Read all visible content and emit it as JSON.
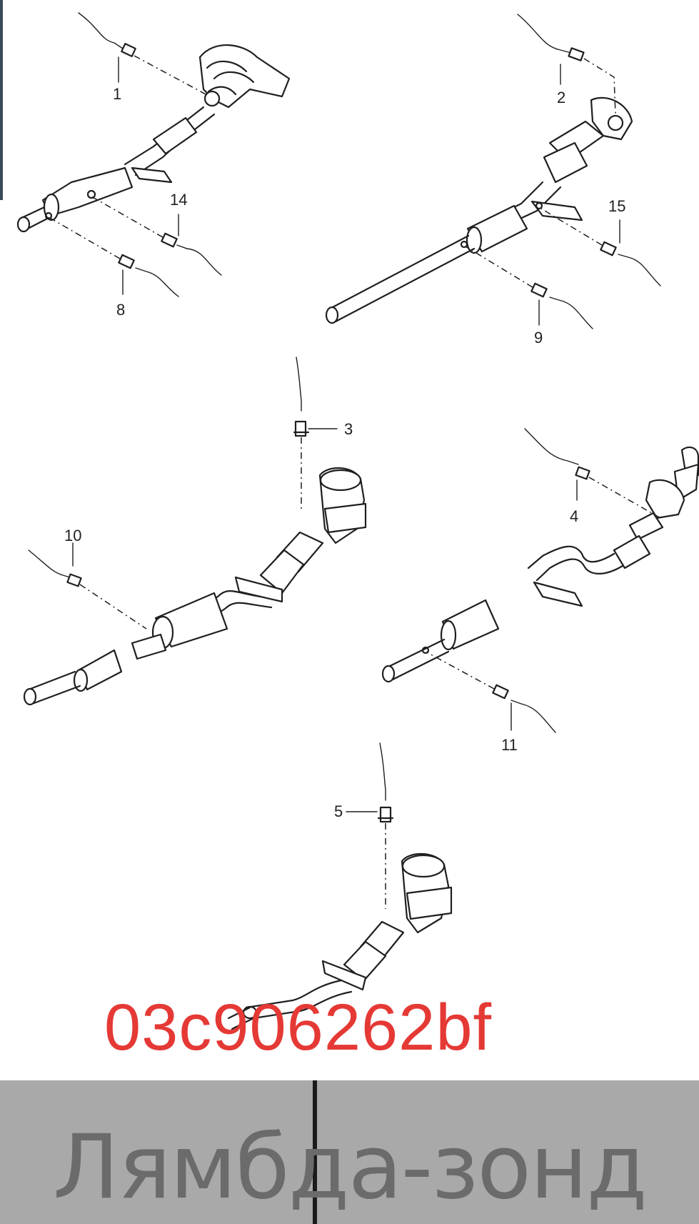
{
  "diagram": {
    "callouts": [
      {
        "id": "1",
        "label": "1"
      },
      {
        "id": "2",
        "label": "2"
      },
      {
        "id": "3",
        "label": "3"
      },
      {
        "id": "4",
        "label": "4"
      },
      {
        "id": "5",
        "label": "5"
      },
      {
        "id": "8",
        "label": "8"
      },
      {
        "id": "9",
        "label": "9"
      },
      {
        "id": "10",
        "label": "10"
      },
      {
        "id": "11",
        "label": "11"
      },
      {
        "id": "14",
        "label": "14"
      },
      {
        "id": "15",
        "label": "15"
      }
    ]
  },
  "overlay": {
    "part_number": "03c906262bf",
    "part_number_color": "#e53935"
  },
  "banner": {
    "title": "Лямбда-зонд",
    "background": "#a9a9a9"
  }
}
